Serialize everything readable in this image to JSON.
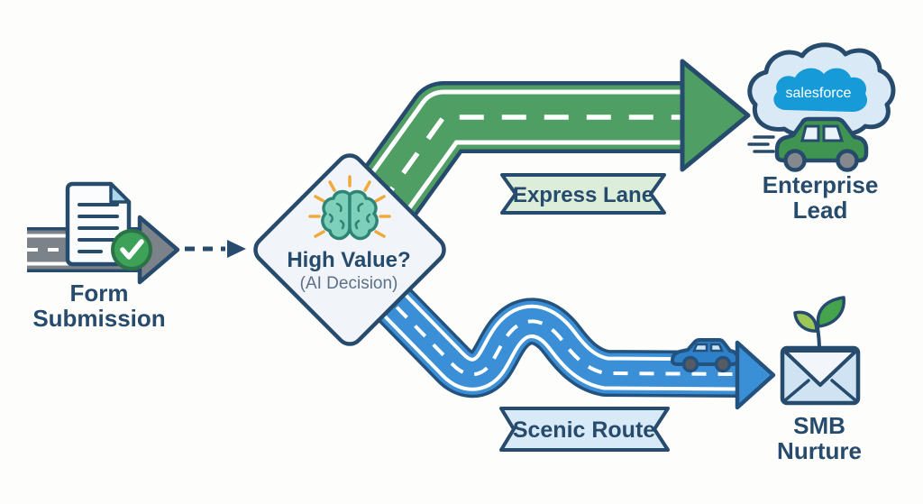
{
  "nodes": {
    "form_submission": {
      "line1": "Form",
      "line2": "Submission"
    },
    "decision": {
      "title": "High Value?",
      "subtitle": "(AI Decision)"
    },
    "enterprise_lead": {
      "line1": "Enterprise",
      "line2": "Lead"
    },
    "smb_nurture": {
      "line1": "SMB",
      "line2": "Nurture"
    },
    "salesforce_logo_text": "salesforce"
  },
  "routes": {
    "express": {
      "label": "Express Lane"
    },
    "scenic": {
      "label": "Scenic Route"
    }
  },
  "icons": {
    "form": "document-with-green-checkmark",
    "decision": "glowing-brain",
    "express": "green-road-arrow",
    "scenic": "blue-winding-road-arrow",
    "enterprise": "salesforce-cloud-with-green-car",
    "smb": "envelope-with-sprout"
  },
  "colors": {
    "navy": "#274b6d",
    "express_green": "#4f9e63",
    "express_light": "#dcedd9",
    "scenic_blue": "#3a8fd6",
    "scenic_light": "#d8e9f8",
    "gray_road": "#7c828a",
    "salesforce_blue": "#169bd8",
    "cloud_fill": "#d9e9f6",
    "brain_teal": "#7ed0bb",
    "ray_orange": "#efa93d",
    "check_green": "#3da258",
    "car_green": "#3e9450",
    "car_blue": "#2e80c8",
    "envelope_blue": "#cfe3f2",
    "leaf_dark": "#44a34c",
    "leaf_light": "#9cc758",
    "diamond_fill": "#f1f4f8"
  }
}
